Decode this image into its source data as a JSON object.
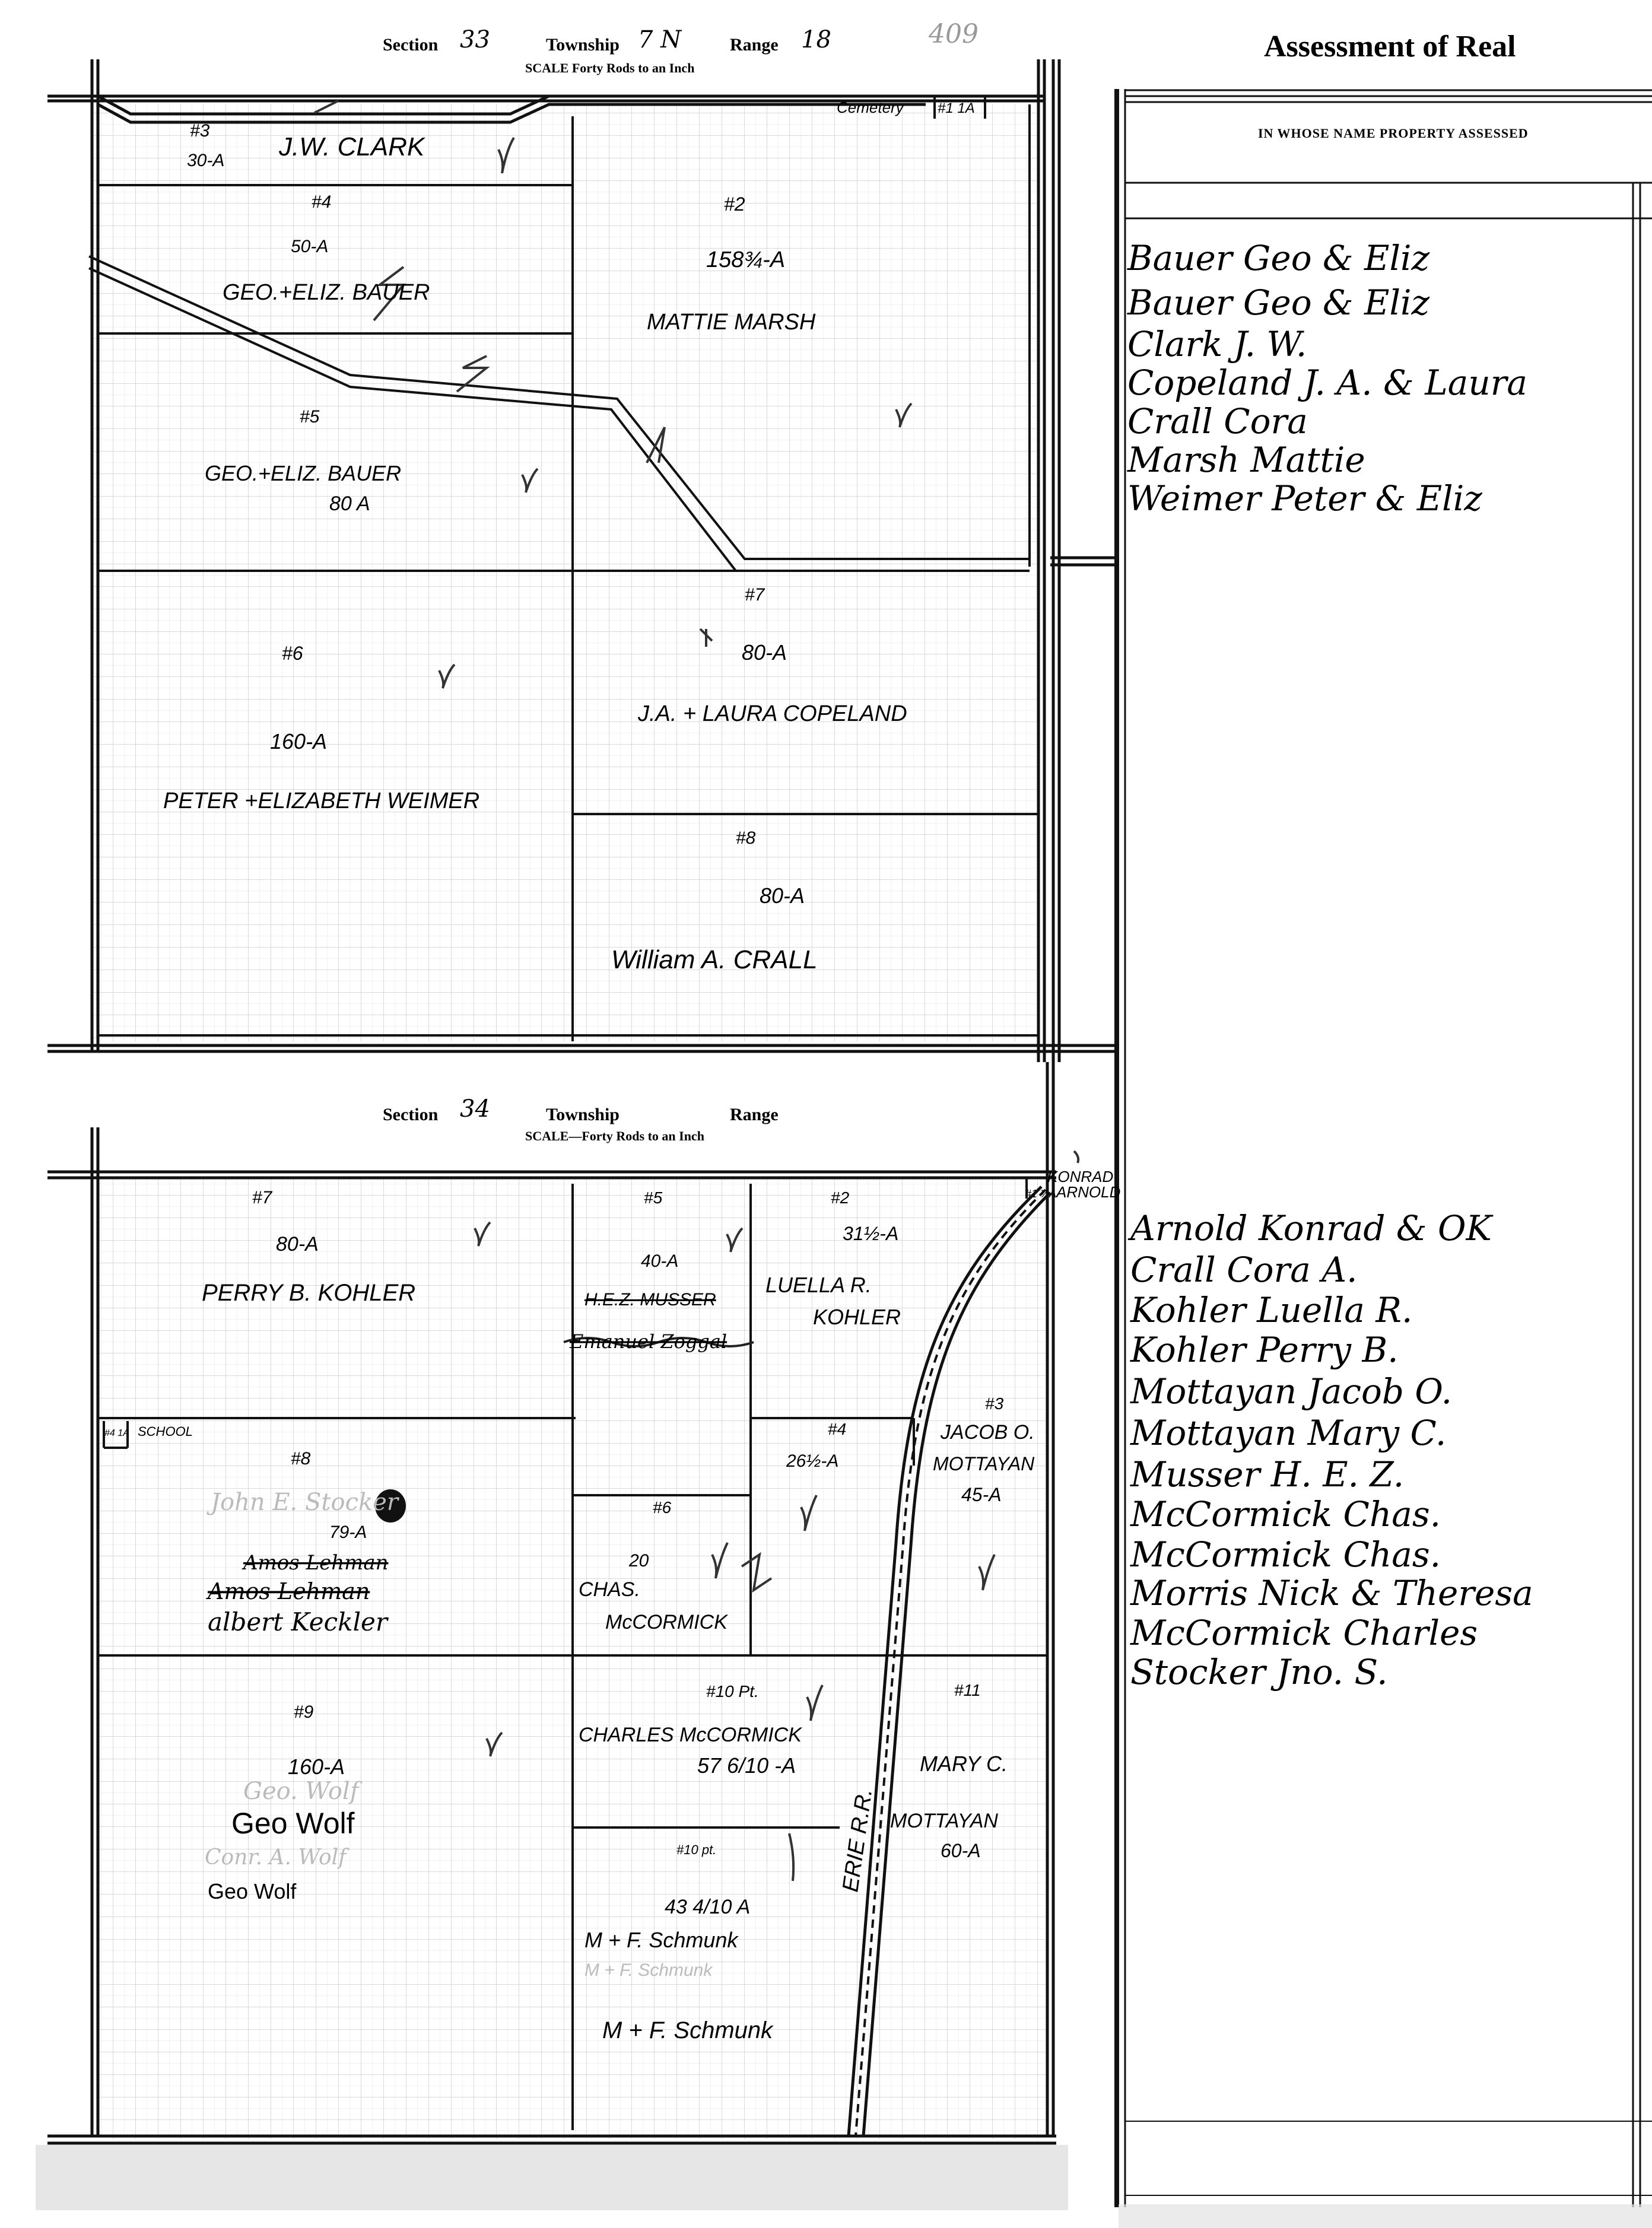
{
  "title": "Assessment of Real",
  "ledger_column_header": "IN WHOSE NAME PROPERTY ASSESSED",
  "top_margin_marks": "409",
  "section33": {
    "section_label": "Section",
    "section_value": "33",
    "township_label": "Township",
    "township_value": "7 N",
    "range_label": "Range",
    "range_value": "18",
    "scale": "SCALE  Forty Rods to an Inch",
    "cemetery_label": "Cemetery",
    "cemetery_parcel": "#1 1A",
    "parcels": [
      {
        "num": "#3",
        "area": "30-A",
        "owner": "J.W. CLARK"
      },
      {
        "num": "#4",
        "area": "50-A",
        "owner": "GEO.+ELIZ. BAUER"
      },
      {
        "num": "#2",
        "area": "158¾-A",
        "owner": "MATTIE MARSH"
      },
      {
        "num": "#5",
        "area": "80 A",
        "owner": "GEO.+ELIZ. BAUER"
      },
      {
        "num": "#6",
        "area": "160-A",
        "owner": "PETER +ELIZABETH WEIMER"
      },
      {
        "num": "#7",
        "area": "80-A",
        "owner": "J.A. + LAURA COPELAND"
      },
      {
        "num": "#8",
        "area": "80-A",
        "owner": "William A. CRALL"
      }
    ],
    "ledger_names": [
      "Bauer Geo & Eliz",
      "Bauer Geo & Eliz",
      "Clark J. W.",
      "Copeland J. A. & Laura",
      "Crall Cora",
      "Marsh Mattie",
      "Weimer Peter & Eliz"
    ]
  },
  "section34": {
    "section_label": "Section",
    "section_value": "34",
    "township_label": "Township",
    "range_label": "Range",
    "scale": "SCALE—Forty Rods to an Inch",
    "corner_label_1": "KONRAD",
    "corner_label_2": "ARNOLD",
    "corner_parcel": "#1 ½A",
    "school_label": "SCHOOL",
    "school_parcel": "#4 1A",
    "railroad_label": "ERIE R.R.",
    "parcels": {
      "p7": {
        "num": "#7",
        "area": "80-A",
        "owner": "PERRY B. KOHLER"
      },
      "p5": {
        "num": "#5",
        "area": "40-A",
        "owner_struck": "H.E.Z. MUSSER",
        "owner_scribble": "Emanuel Zoggal"
      },
      "p2": {
        "num": "#2",
        "area": "31½-A",
        "owner_line1": "LUELLA R.",
        "owner_line2": "KOHLER"
      },
      "p8": {
        "num": "#8",
        "area": "79-A",
        "owner_faded": "John E. Stocker",
        "owner_struck1": "Amos Lehman",
        "owner_struck2": "Amos Lehman",
        "owner": "albert Keckler"
      },
      "p4": {
        "num": "#4",
        "area": "26½-A"
      },
      "p3": {
        "num": "#3",
        "owner_line1": "JACOB O.",
        "owner_line2": "MOTTAYAN",
        "area": "45-A"
      },
      "p6": {
        "num": "#6",
        "area": "20",
        "owner_line1": "CHAS.",
        "owner_line2": "McCORMICK"
      },
      "p9": {
        "num": "#9",
        "area": "160-A",
        "owner_faded1": "Geo. Wolf",
        "owner": "Geo Wolf",
        "owner_faded2": "Conr. A. Wolf",
        "owner_small": "Geo Wolf"
      },
      "p10": {
        "num": "#10 Pt.",
        "owner": "CHARLES McCORMICK",
        "area": "57 6/10 -A"
      },
      "p11": {
        "num": "#11",
        "owner_line1": "MARY C.",
        "owner_line2": "MOTTAYAN",
        "area": "60-A"
      },
      "p10b": {
        "num": "#10 pt.",
        "area": "43 4/10 A",
        "owner": "M + F. Schmunk",
        "owner_faded": "M + F. Schmunk",
        "owner_lower": "M + F. Schmunk"
      }
    },
    "ledger_names": [
      "Arnold Konrad & OK",
      "Crall Cora A.",
      "Kohler Luella R.",
      "Kohler Perry B.",
      "Mottayan Jacob O.",
      "Mottayan Mary C.",
      "Musser H. E. Z.",
      "McCormick Chas.",
      "McCormick Chas.",
      "Morris Nick & Theresa",
      "McCormick Charles",
      "Stocker Jno. S."
    ]
  }
}
